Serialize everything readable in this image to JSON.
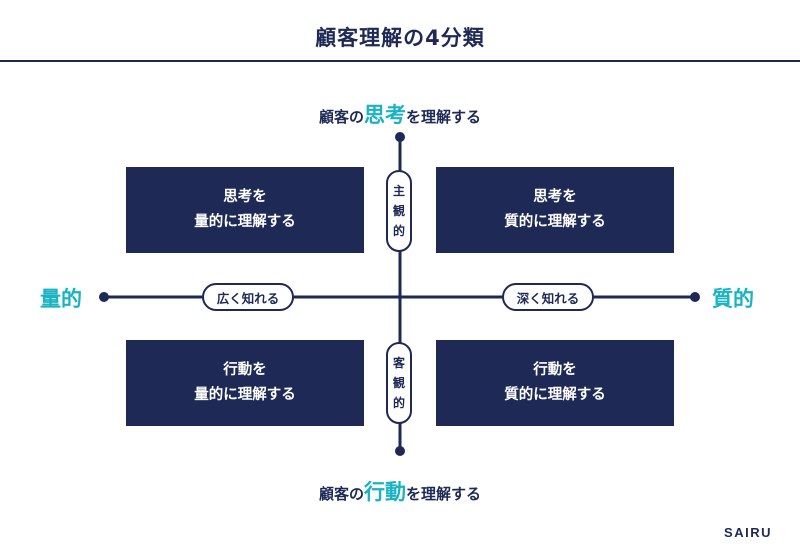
{
  "title": "顧客理解の4分類",
  "axes": {
    "top": {
      "prefix": "顧客の",
      "highlight": "思考",
      "suffix": "を理解する"
    },
    "bottom": {
      "prefix": "顧客の",
      "highlight": "行動",
      "suffix": "を理解する"
    },
    "left": "量的",
    "right": "質的"
  },
  "vertical_pills": {
    "top": [
      "主",
      "観",
      "的"
    ],
    "bottom": [
      "客",
      "観",
      "的"
    ]
  },
  "horizontal_pills": {
    "left": "広く知れる",
    "right": "深く知れる"
  },
  "quadrants": {
    "top_left": {
      "line1": "思考を",
      "line2": "量的に理解する"
    },
    "top_right": {
      "line1": "思考を",
      "line2": "質的に理解する"
    },
    "bottom_left": {
      "line1": "行動を",
      "line2": "量的に理解する"
    },
    "bottom_right": {
      "line1": "行動を",
      "line2": "質的に理解する"
    }
  },
  "brand": "SAIRU",
  "colors": {
    "navy": "#1e2a55",
    "accent": "#19b3c3",
    "background": "#ffffff"
  }
}
